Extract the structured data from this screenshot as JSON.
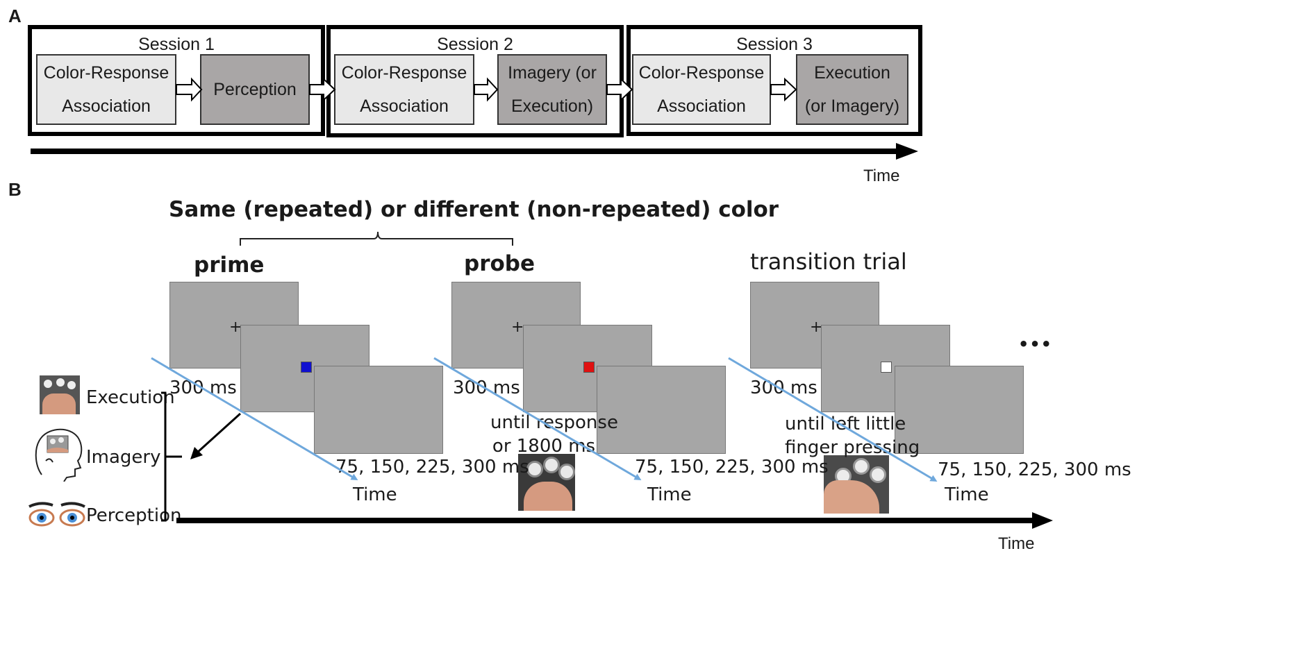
{
  "panel_a": {
    "letter": "A",
    "sessions": [
      {
        "title": "Session 1",
        "steps": [
          {
            "lines": [
              "Color-Response",
              "Association"
            ],
            "shade": "light"
          },
          {
            "lines": [
              "Perception"
            ],
            "shade": "dark"
          }
        ]
      },
      {
        "title": "Session 2",
        "steps": [
          {
            "lines": [
              "Color-Response",
              "Association"
            ],
            "shade": "light"
          },
          {
            "lines": [
              "Imagery (or",
              "Execution)"
            ],
            "shade": "dark"
          }
        ]
      },
      {
        "title": "Session 3",
        "steps": [
          {
            "lines": [
              "Color-Response",
              "Association"
            ],
            "shade": "light"
          },
          {
            "lines": [
              "Execution",
              "(or Imagery)"
            ],
            "shade": "dark"
          }
        ]
      }
    ],
    "time_label": "Time"
  },
  "panel_b": {
    "letter": "B",
    "brace_label": "Same (repeated) or different (non-repeated) color",
    "trials": [
      {
        "heading": "prime",
        "heading_style": "bold",
        "fixation": "+",
        "fixation_ms": "300 ms",
        "stimulus_color": "#1010d0",
        "response_text": "",
        "blank_ms": "75, 150, 225, 300 ms",
        "time_label": "Time",
        "photo": "none"
      },
      {
        "heading": "probe",
        "heading_style": "bold",
        "fixation": "+",
        "fixation_ms": "300 ms",
        "stimulus_color": "#e01010",
        "response_text": "until response\nor 1800 ms",
        "blank_ms": "75, 150, 225, 300 ms",
        "time_label": "Time",
        "photo": "hand-on-buttons-photo"
      },
      {
        "heading": "transition trial",
        "heading_style": "normal",
        "fixation": "+",
        "fixation_ms": "300 ms",
        "stimulus_color": "#ffffff",
        "response_text": "until left little\nfinger pressing",
        "blank_ms": "75, 150, 225, 300 ms",
        "time_label": "Time",
        "photo": "left-little-finger-photo"
      }
    ],
    "ellipsis": "•••",
    "modalities": [
      "Execution",
      "Imagery",
      "Perception"
    ],
    "modality_icons": [
      "hand-buttons-icon",
      "head-imagery-icon",
      "eyes-icon"
    ],
    "time_label": "Time"
  },
  "colors": {
    "screen_gray": "#a6a6a6",
    "time_arrow_blue": "#6fa8dc",
    "box_light": "#e8e8e8",
    "box_dark": "#a9a6a6"
  }
}
